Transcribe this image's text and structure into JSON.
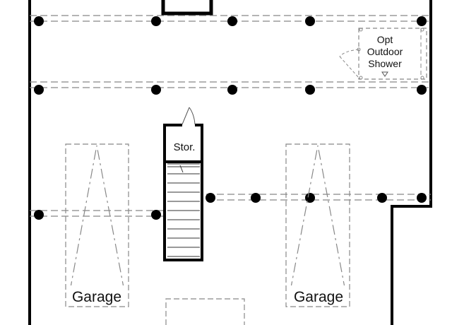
{
  "plan": {
    "rooms": {
      "storage_label": "Stor.",
      "garage_left_label": "Garage",
      "garage_right_label": "Garage",
      "shower_label_line1": "Opt",
      "shower_label_line2": "Outdoor",
      "shower_label_line3": "Shower"
    },
    "colors": {
      "wall": "#000000",
      "dashed": "#777777",
      "background": "#ffffff"
    }
  }
}
